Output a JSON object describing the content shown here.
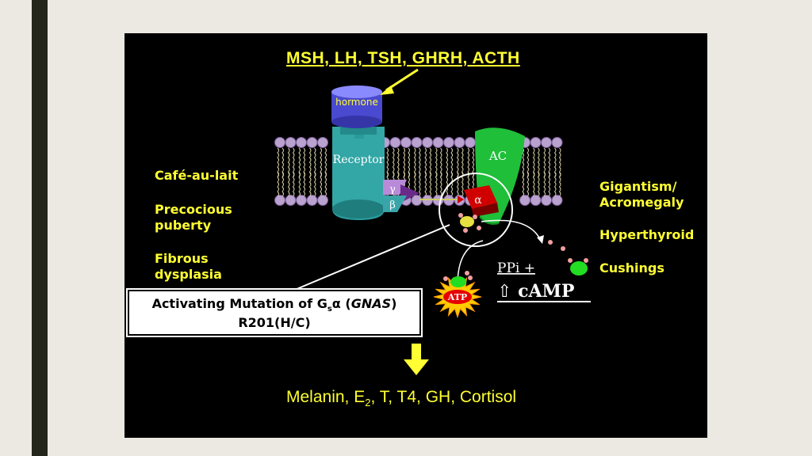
{
  "title": "MSH, LH, TSH, GHRH, ACTH",
  "labels": {
    "hormone": "hormone",
    "receptor": "Receptor",
    "ac": "AC",
    "gamma": "γ",
    "beta": "β",
    "alpha": "α",
    "atp": "ATP",
    "ppi": "PPi +",
    "camp": "⇧ cAMP"
  },
  "left_features": [
    "Café-au-lait",
    "Precocious puberty",
    "Fibrous dysplasia"
  ],
  "left_lines": {
    "cafe": "Café-au-lait",
    "precocious_1": "Precocious",
    "precocious_2": "puberty",
    "fibrous_1": "Fibrous",
    "fibrous_2": "dysplasia"
  },
  "right_features": {
    "gigantism_1": "Gigantism/",
    "gigantism_2": "Acromegaly",
    "hyperthyroid": "Hyperthyroid",
    "cushings": "Cushings"
  },
  "mutation": {
    "prefix": "Activating Mutation of G",
    "sub": "s",
    "alpha": "α",
    "gene_open": " (",
    "gene": "GNAS",
    "gene_close": ")",
    "line2": "R201(H/C)"
  },
  "outcome": {
    "part1": "Melanin, E",
    "sub": "2",
    "part2": ", T, T4, GH, Cortisol"
  },
  "colors": {
    "accent_yellow": "#ffff33",
    "receptor_teal": "#2a9a9a",
    "hormone_blue": "#5555dd",
    "ac_green": "#1fbf3a",
    "alpha_red": "#cc0000",
    "membrane_lipid": "#b9a2cf"
  }
}
